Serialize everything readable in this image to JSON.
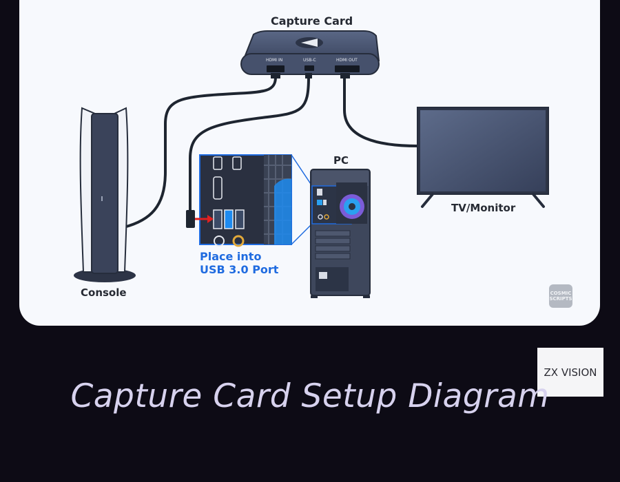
{
  "diagram": {
    "capture_card_label": "Capture Card",
    "port_labels": [
      "HDMI IN",
      "USB-C",
      "HDMI OUT"
    ],
    "console_label": "Console",
    "pc_label": "PC",
    "tv_label": "TV/Monitor",
    "usb_note_lines": [
      "Place into",
      "USB 3.0 Port"
    ],
    "brand_chip_lines": [
      "COSMIC",
      "SCRIPTS"
    ],
    "colors": {
      "device_body": "#4a5673",
      "cable": "#1e2530",
      "highlight_blue": "#1f6be0",
      "arrow_red": "#e02020"
    }
  },
  "watermark": "ZX VISION",
  "caption": "Capture Card Setup Diagram"
}
